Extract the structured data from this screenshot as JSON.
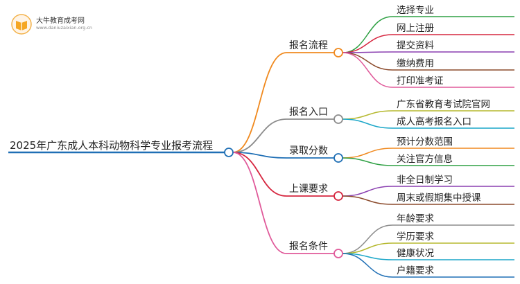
{
  "logo": {
    "name": "大牛教育成考网",
    "url": "www.daniuzaixian.org.cn"
  },
  "root": {
    "label": "2025年广东成人本科动物科学专业报考流程",
    "color": "#1f6fb5"
  },
  "branches": [
    {
      "label": "报名流程",
      "color": "#f0891e",
      "children": [
        {
          "label": "选择专业",
          "color": "#2ea043"
        },
        {
          "label": "网上注册",
          "color": "#d6263f"
        },
        {
          "label": "提交资料",
          "color": "#8a3fb0"
        },
        {
          "label": "缴纳费用",
          "color": "#8b4a2b"
        },
        {
          "label": "打印准考证",
          "color": "#e05a9a"
        }
      ]
    },
    {
      "label": "报名入口",
      "color": "#8c8c8c",
      "children": [
        {
          "label": "广东省教育考试院官网",
          "color": "#b5b82e"
        },
        {
          "label": "成人高考报名入口",
          "color": "#1aa6c8"
        }
      ]
    },
    {
      "label": "录取分数",
      "color": "#1f6fb5",
      "children": [
        {
          "label": "预计分数范围",
          "color": "#f0891e"
        },
        {
          "label": "关注官方信息",
          "color": "#2ea043"
        }
      ]
    },
    {
      "label": "上课要求",
      "color": "#d6263f",
      "children": [
        {
          "label": "非全日制学习",
          "color": "#8a3fb0"
        },
        {
          "label": "周末或假期集中授课",
          "color": "#8b4a2b"
        }
      ]
    },
    {
      "label": "报名条件",
      "color": "#e05a9a",
      "children": [
        {
          "label": "年龄要求",
          "color": "#8c8c8c"
        },
        {
          "label": "学历要求",
          "color": "#b5b82e"
        },
        {
          "label": "健康状况",
          "color": "#1aa6c8"
        },
        {
          "label": "户籍要求",
          "color": "#1f6fb5"
        }
      ]
    }
  ]
}
